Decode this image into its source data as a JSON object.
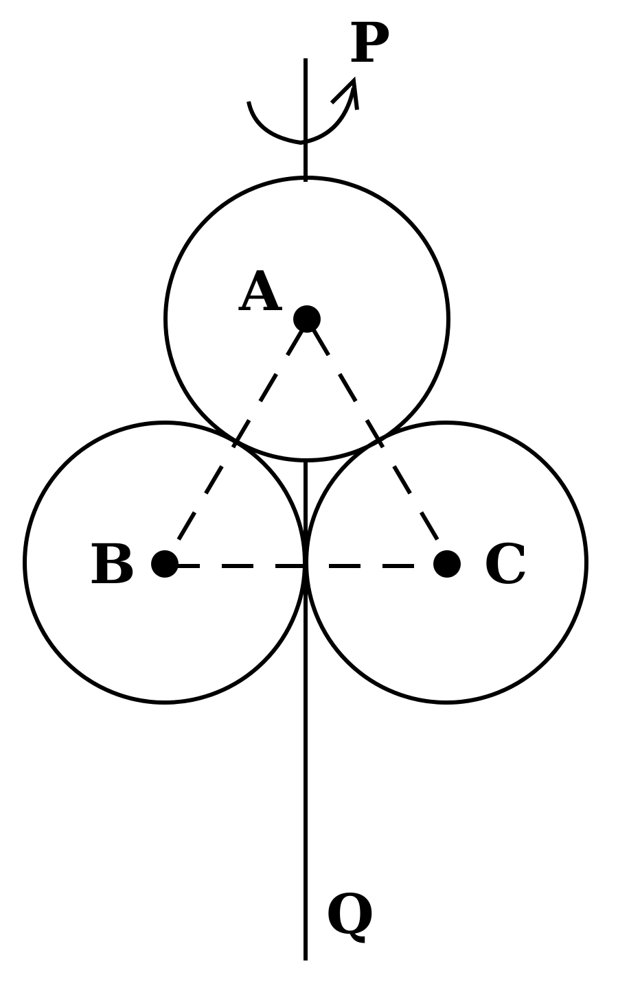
{
  "diagram": {
    "labels": {
      "axis_top": "P",
      "axis_bottom": "Q",
      "circle_a": "A",
      "circle_b": "B",
      "circle_c": "C"
    },
    "ink_color": "#000000",
    "background_color": "#ffffff"
  }
}
